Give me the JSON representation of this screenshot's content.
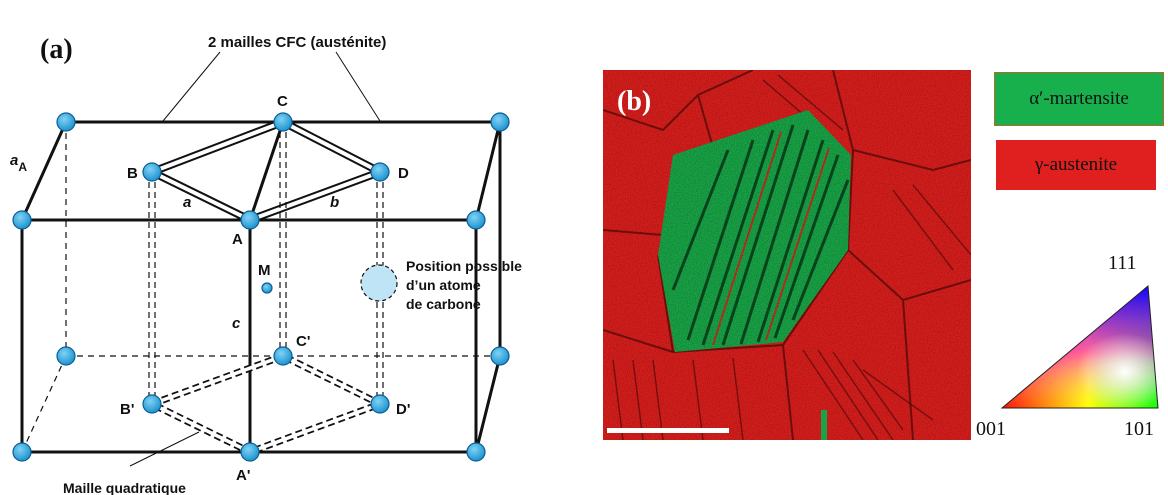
{
  "panel_a": {
    "label": "(a)",
    "title": "2 mailles CFC (austénite)",
    "aA_main": "a",
    "aA_sub": "A",
    "points": {
      "A": "A",
      "B": "B",
      "C": "C",
      "D": "D",
      "Ap": "A'",
      "Bp": "B'",
      "Cp": "C'",
      "Dp": "D'",
      "M": "M"
    },
    "edges": {
      "a": "a",
      "b": "b",
      "c": "c"
    },
    "carbon_label": [
      "Position possible",
      "d’un atome",
      "de carbone"
    ],
    "quadratic_label": "Maille quadratique"
  },
  "panel_b": {
    "label": "(b)",
    "legend_martensite": "α′-martensite",
    "legend_austenite": "γ-austenite",
    "triangle_111": "111",
    "triangle_001": "001",
    "triangle_101": "101"
  },
  "colors": {
    "atom": "#2aa4dc",
    "atom_stroke": "#0a5f95",
    "martensite": "#17b04c",
    "austenite": "#e0201e",
    "carbon": "#bfe4f6"
  }
}
